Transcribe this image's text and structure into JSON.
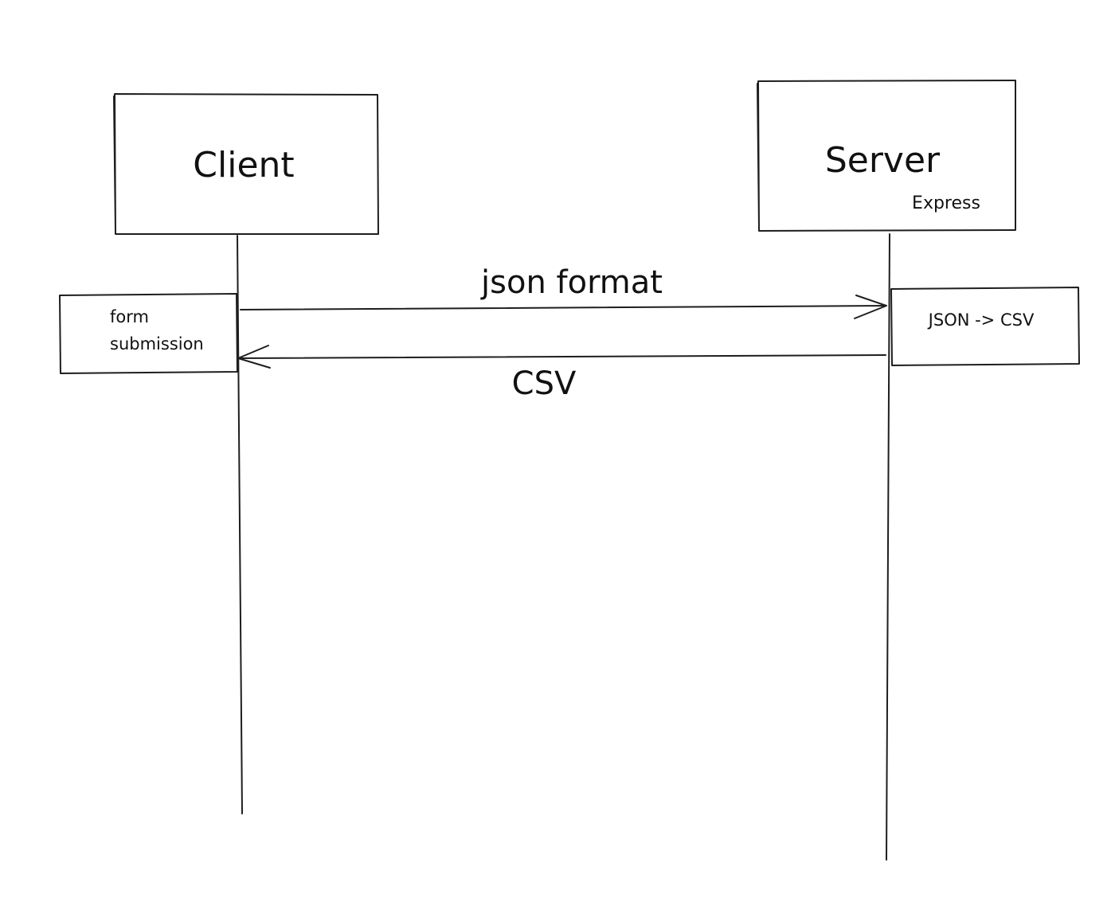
{
  "participants": {
    "client": {
      "label": "Client"
    },
    "server": {
      "label": "Server",
      "sublabel": "Express"
    }
  },
  "activations": {
    "client": {
      "label_line1": "form",
      "label_line2": "submission"
    },
    "server": {
      "label": "JSON -> CSV"
    }
  },
  "messages": {
    "request": {
      "label": "json format",
      "direction": "client-to-server"
    },
    "response": {
      "label": "CSV",
      "direction": "server-to-client"
    }
  },
  "colors": {
    "stroke": "#1e1e1e",
    "text": "#111111",
    "background": "#ffffff"
  }
}
